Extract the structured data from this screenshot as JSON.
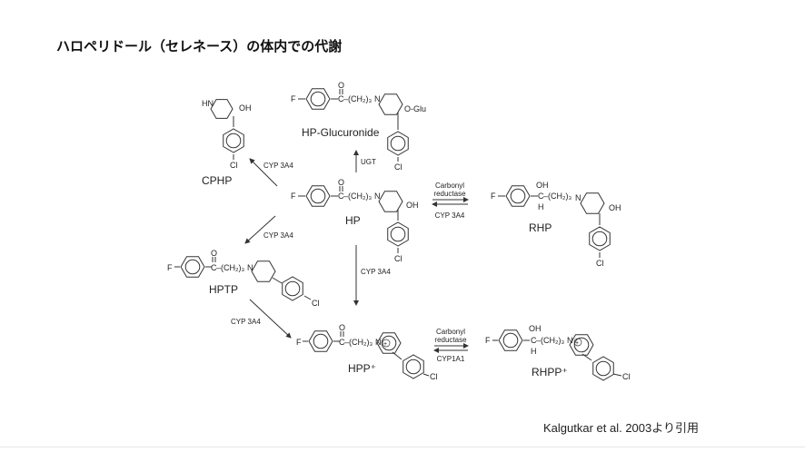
{
  "title": "ハロペリドール（セレネース）の体内での代謝",
  "citation": "Kalgutkar et al. 2003より引用",
  "compounds": {
    "cphp": {
      "label": "CPHP",
      "hn": "HN",
      "oh": "OH",
      "cl": "Cl"
    },
    "glucuronide": {
      "label": "HP-Glucuronide",
      "f": "F",
      "o": "O",
      "c": "C",
      "chain": "–(CH₂)₃",
      "n": "N",
      "oglu": "O-Glu",
      "cl": "Cl"
    },
    "hp": {
      "label": "HP",
      "f": "F",
      "o": "O",
      "c": "C",
      "chain": "–(CH₂)₃",
      "n": "N",
      "oh": "OH",
      "cl": "Cl"
    },
    "rhp": {
      "label": "RHP",
      "f": "F",
      "oh1": "OH",
      "c": "C",
      "h": "H",
      "chain": "–(CH₂)₃",
      "n": "N",
      "oh": "OH",
      "cl": "Cl"
    },
    "hptp": {
      "label": "HPTP",
      "f": "F",
      "o": "O",
      "c": "C",
      "chain": "–(CH₂)₃",
      "n": "N",
      "cl": "Cl"
    },
    "hpp": {
      "label": "HPP⁺",
      "f": "F",
      "o": "O",
      "c": "C",
      "chain": "–(CH₂)₃",
      "n": "N",
      "plus": "+",
      "cl": "Cl"
    },
    "rhpp": {
      "label": "RHPP⁺",
      "f": "F",
      "oh": "OH",
      "c": "C",
      "h": "H",
      "chain": "–(CH₂)₃",
      "n": "N",
      "plus": "+",
      "cl": "Cl"
    }
  },
  "enzymes": {
    "hp_to_cphp": "CYP 3A4",
    "hp_to_gluc": "UGT",
    "hp_rhp_fwd1": "Carbonyl",
    "hp_rhp_fwd2": "reductase",
    "hp_rhp_rev": "CYP 3A4",
    "hp_to_hptp": "CYP 3A4",
    "hp_to_hpp": "CYP 3A4",
    "hptp_to_hpp": "CYP 3A4",
    "hpp_rhpp_fwd1": "Carbonyl",
    "hpp_rhpp_fwd2": "reductase",
    "hpp_rhpp_rev": "CYP1A1"
  }
}
